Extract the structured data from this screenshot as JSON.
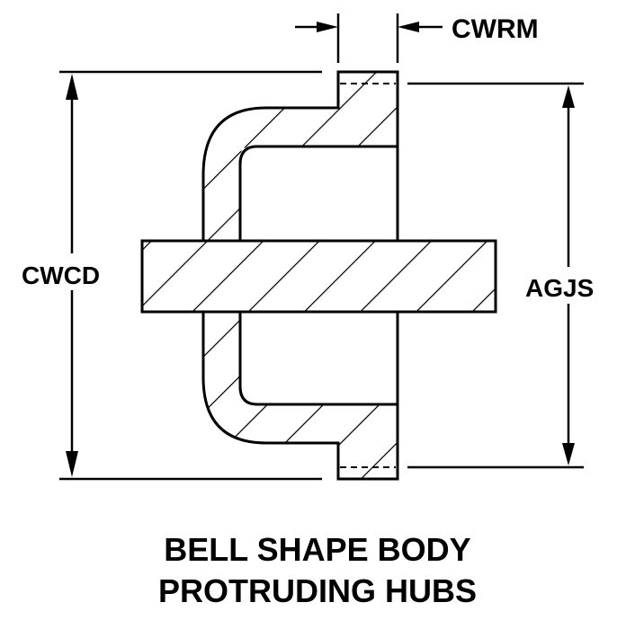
{
  "diagram": {
    "title_line1": "BELL SHAPE BODY",
    "title_line2": "PROTRUDING HUBS",
    "dimensions": {
      "top_width": "CWRM",
      "overall_height": "CWCD",
      "flange_height": "AGJS"
    },
    "colors": {
      "ink": "#000000",
      "background": "#ffffff"
    }
  }
}
